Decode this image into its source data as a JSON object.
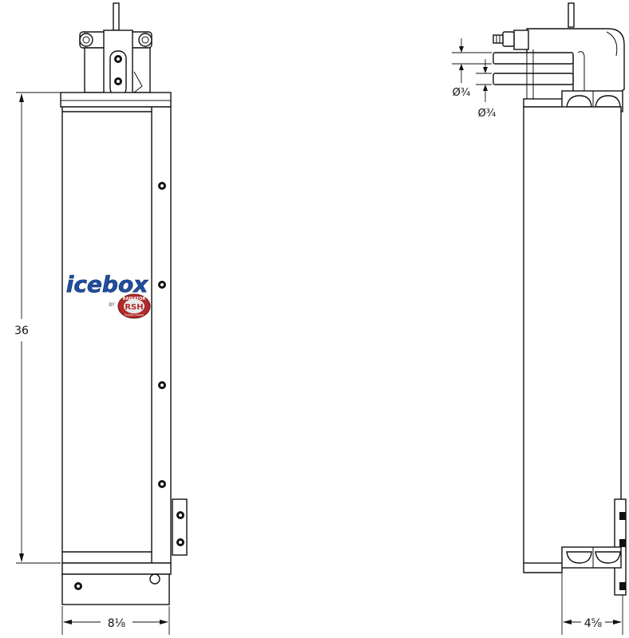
{
  "dimensions": {
    "height": "36",
    "width_front": "8⅛",
    "depth_side": "4⅝",
    "port_top": "Ø¾",
    "port_bottom": "Ø¾"
  },
  "logo": {
    "brand": "icebox",
    "by": "BY",
    "maker": "RSH",
    "maker_ring": "RADIATOR",
    "maker_sub": "Supply House"
  },
  "colors": {
    "logo_blue": "#1f4fa0",
    "logo_red": "#b02a2a",
    "line": "#111111"
  }
}
